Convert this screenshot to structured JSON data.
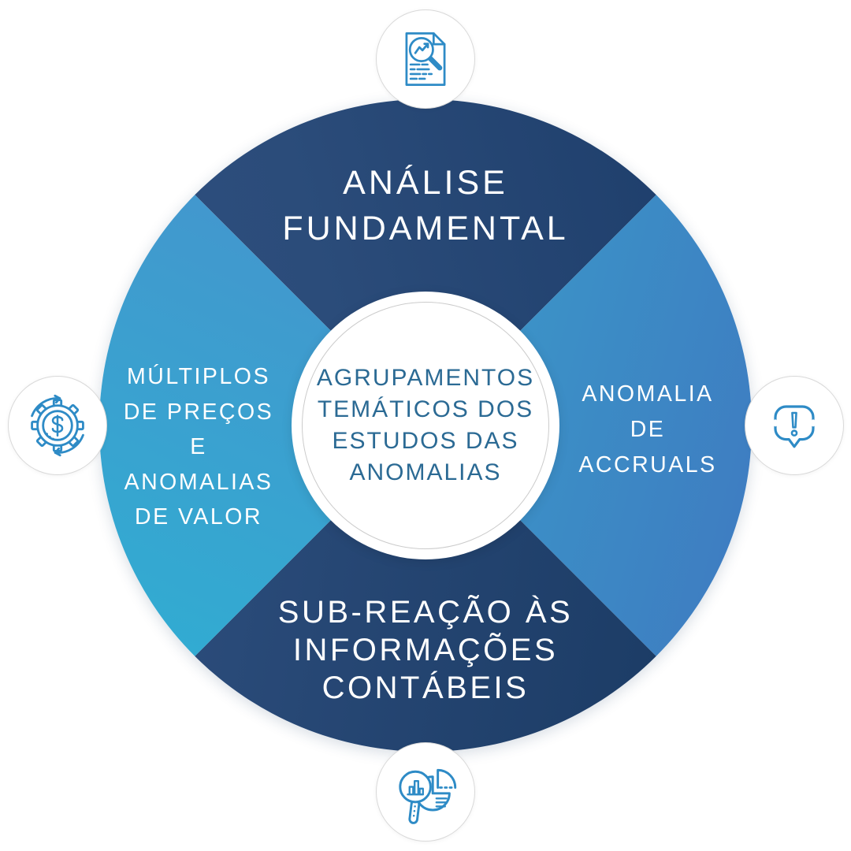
{
  "wheel": {
    "center": {
      "lines": [
        "AGRUPAMENTOS",
        "TEMÁTICOS DOS",
        "ESTUDOS DAS",
        "ANOMALIAS"
      ],
      "text_color": "#2B6A94"
    },
    "quadrants": {
      "top": {
        "lines": [
          "ANÁLISE",
          "FUNDAMENTAL"
        ],
        "icon": "report-magnifier-icon",
        "gradient_start": "#2F5081",
        "gradient_end": "#1C3C69"
      },
      "right": {
        "lines": [
          "ANOMALIA",
          "DE",
          "ACCRUALS"
        ],
        "icon": "alert-bubble-icon",
        "gradient_start": "#38B2D0",
        "gradient_end": "#3E7CC1"
      },
      "bottom": {
        "lines": [
          "SUB-REAÇÃO ÀS",
          "INFORMAÇÕES",
          "CONTÁBEIS"
        ],
        "icon": "chart-magnifier-pie-icon",
        "gradient_start": "#2F5080",
        "gradient_end": "#1A3A63"
      },
      "left": {
        "lines": [
          "MÚLTIPLOS",
          "DE PREÇOS",
          "E",
          "ANOMALIAS",
          "DE VALOR"
        ],
        "icon": "dollar-gear-sync-icon",
        "gradient_start": "#4C8CCB",
        "gradient_end": "#30ADD2"
      }
    },
    "label_color": "#FFFFFF",
    "icon_stroke_color": "#2E8BC6",
    "badge_border_color": "#D9D9D9"
  }
}
